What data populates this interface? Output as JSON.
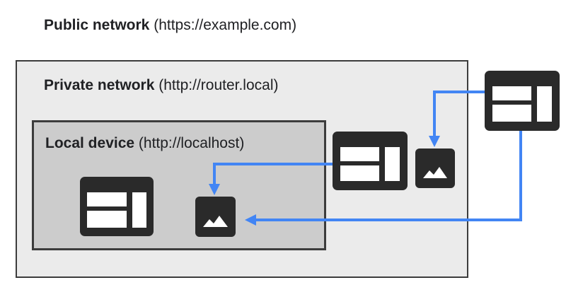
{
  "public_network": {
    "name": "Public network",
    "url": "(https://example.com)"
  },
  "private_network": {
    "name": "Private network",
    "url": "(http://router.local)"
  },
  "local_device": {
    "name": "Local device",
    "url": "(http://localhost)"
  },
  "icons": {
    "page": "web-page-icon",
    "image": "image-icon"
  },
  "colors": {
    "arrow": "#4285f4",
    "icon": "#2a2a2a",
    "private_bg": "#ebebeb",
    "local_bg": "#cccccc"
  }
}
